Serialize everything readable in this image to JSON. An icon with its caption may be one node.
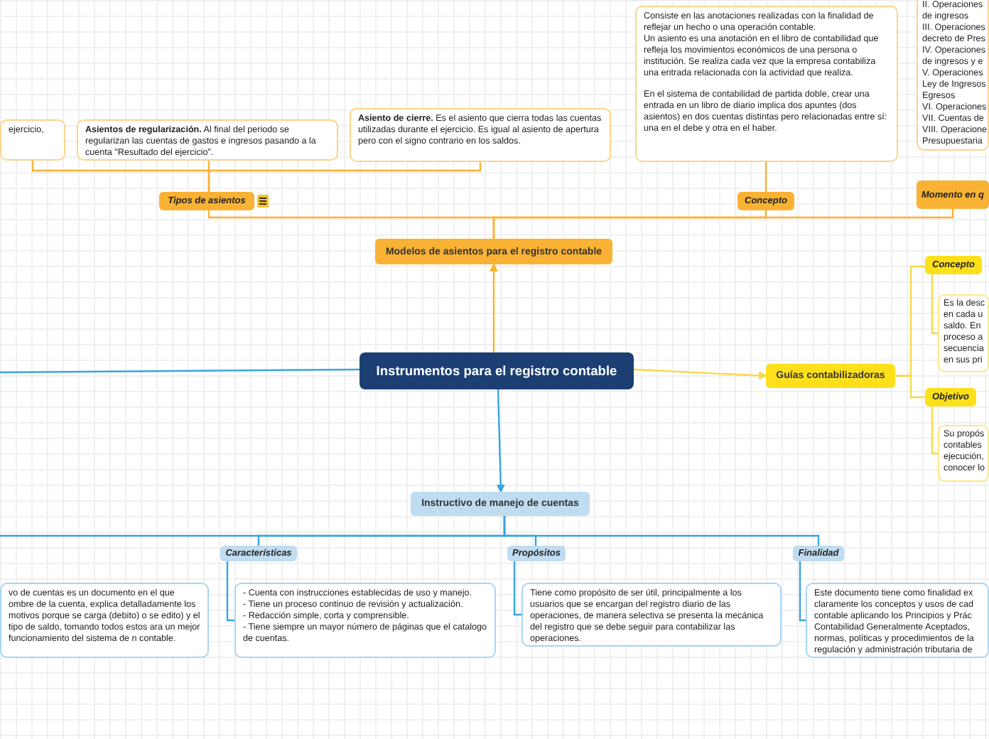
{
  "diagram": {
    "nodes": [
      {
        "text": [
          "Instrumentos para el registro contable"
        ]
      },
      {
        "text": [
          "Modelos de asientos para el registro contable"
        ]
      },
      {
        "text": [
          "Tipos de asientos"
        ]
      },
      {
        "text": [
          "ejercicio,"
        ]
      },
      {
        "text": [
          "**Asientos de regularización.** Al final del periodo se regularizan las cuentas de gastos e ingresos pasando a la cuenta \"Resultado del ejercicio\"."
        ]
      },
      {
        "text": [
          "**Asiento de cierre.** Es el asiento que cierra todas las cuentas utilizadas durante el ejercicio. Es igual al asiento de apertura pero con el signo contrario en los saldos."
        ]
      },
      {
        "text": [
          "Concepto"
        ]
      },
      {
        "text": [
          "Consiste en las anotaciones realizadas con la finalidad de reflejar un hecho o una operación contable.",
          "Un asiento es una anotación en el libro de contabilidad que refleja los movimientos económicos de una persona o institución. Se realiza cada vez que la empresa contabiliza una entrada relacionada con la actividad que realiza.",
          "En el sistema de contabilidad de partida doble, crear una entrada en un libro de diario implica dos apuntes (dos asientos) en dos cuentas distintas pero relacionadas entre sí: una en el debe y otra en el haber."
        ]
      },
      {
        "text": [
          "Momento en q"
        ]
      },
      {
        "text": [
          "II. Operaciones",
          "de ingresos",
          "III. Operaciones",
          "decreto de Pres",
          "IV. Operaciones",
          "de ingresos y e",
          "V. Operaciones",
          "Ley de Ingresos",
          "Egresos",
          "VI. Operaciones",
          "VII. Cuentas de",
          "VIII. Operacione",
          "Presupuestaria"
        ]
      },
      {
        "text": [
          "Guías contabilizadoras"
        ]
      },
      {
        "text": [
          "Concepto"
        ]
      },
      {
        "text": [
          "Es la desc",
          "en cada u",
          "saldo. En",
          "proceso a",
          "secuencia",
          "en sus pri"
        ]
      },
      {
        "text": [
          "Objetivo"
        ]
      },
      {
        "text": [
          "Su propós",
          "contables",
          "ejecución,",
          "conocer lo"
        ]
      },
      {
        "text": [
          "Instructivo de manejo de cuentas"
        ]
      },
      {
        "text": [
          "vo de cuentas es un documento en el que ombre de la cuenta, explica detalladamente los motivos porque se carga (debito) o se edito) y el tipo de saldo, tomando todos estos ara un mejor funcionamiento del sistema de n contable."
        ]
      },
      {
        "text": [
          "Características"
        ]
      },
      {
        "text": [
          "- Cuenta con instrucciones establecidas de uso y manejo.",
          "- Tiene un proceso continuo de revisión y actualización.",
          "- Redacción simple, corta y comprensible.",
          "- Tiene siempre un mayor número de páginas que el catalogo de cuentas."
        ]
      },
      {
        "text": [
          "Propósitos"
        ]
      },
      {
        "text": [
          "Tiene como propósito de ser útil, principalmente a los usuarios que se encargan del registro diario de las operaciones, de manera selectiva se presenta la mecánica del registro que se debe seguir para contabilizar las operaciones."
        ]
      },
      {
        "text": [
          "Finalidad"
        ]
      },
      {
        "text": [
          "Este documento tiene como finalidad ex claramente los conceptos y usos de cad contable aplicando los Principios y Prác Contabilidad Generalmente Aceptados, normas, políticas y procedimientos de la regulación y administración tributaria de"
        ]
      }
    ],
    "edges": [
      {
        "from": 0,
        "to": 1,
        "arrow": "to",
        "color": "#f9b233"
      },
      {
        "from": 0,
        "to": 10,
        "arrow": "to",
        "color": "#f7d84a"
      },
      {
        "from": 0,
        "to": 15,
        "arrow": "to"
      },
      {
        "from": 0,
        "to": null,
        "arrow": "none"
      },
      {
        "from": 1,
        "to": 2,
        "arrow": "none",
        "color": "#f9b233"
      },
      {
        "from": 1,
        "to": 6,
        "arrow": "none",
        "color": "#f9b233"
      },
      {
        "from": 1,
        "to": 8,
        "arrow": "none",
        "color": "#f9b233"
      },
      {
        "from": 2,
        "to": 3,
        "arrow": "none",
        "color": "#f9b233"
      },
      {
        "from": 2,
        "to": 4,
        "arrow": "none",
        "color": "#f9b233"
      },
      {
        "from": 2,
        "to": 5,
        "arrow": "none",
        "color": "#f9b233"
      },
      {
        "from": 6,
        "to": 7,
        "arrow": "none",
        "color": "#f9b233"
      },
      {
        "from": 10,
        "to": 11,
        "arrow": "none",
        "color": "#f7d84a"
      },
      {
        "from": 10,
        "to": 13,
        "arrow": "none",
        "color": "#f7d84a"
      },
      {
        "from": 11,
        "to": 12,
        "arrow": "none",
        "color": "#f7d84a"
      },
      {
        "from": 13,
        "to": 14,
        "arrow": "none",
        "color": "#f7d84a"
      },
      {
        "from": 15,
        "to": 17,
        "arrow": "none"
      },
      {
        "from": 15,
        "to": 19,
        "arrow": "none"
      },
      {
        "from": 15,
        "to": 21,
        "arrow": "none"
      },
      {
        "from": 15,
        "to": null,
        "arrow": "none"
      },
      {
        "from": 17,
        "to": 18,
        "arrow": "none"
      },
      {
        "from": 19,
        "to": 20,
        "arrow": "none"
      },
      {
        "from": 21,
        "to": 22,
        "arrow": "none"
      }
    ]
  }
}
